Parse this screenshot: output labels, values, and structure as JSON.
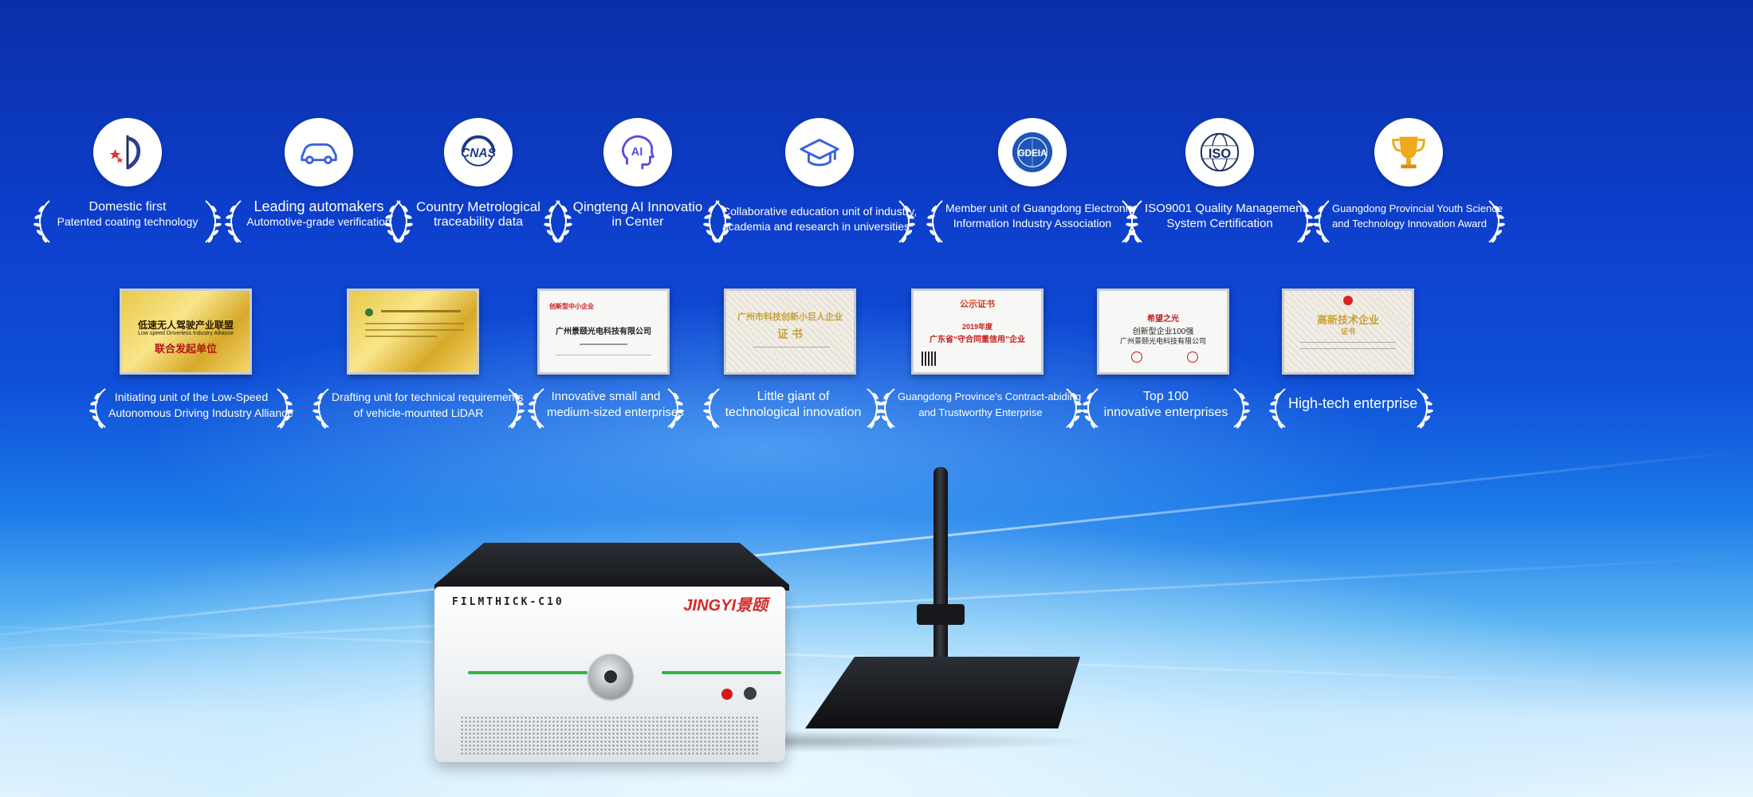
{
  "honors": [
    {
      "line1": "Domestic first",
      "line2": "Patented coating technology",
      "icon": "patent-shield-icon"
    },
    {
      "line1": "Leading automakers",
      "line2": "Automotive-grade verification",
      "icon": "car-icon"
    },
    {
      "line1": "Country Metrological",
      "line2": "traceability data",
      "icon": "cnas-logo-icon",
      "logo_text": "CNAS"
    },
    {
      "line1": "Qingteng AI Innovatio",
      "line2": "in Center",
      "icon": "ai-head-icon",
      "logo_text": "AI"
    },
    {
      "line1": "Collaborative education unit of industry,",
      "line2": "academia and research in universities",
      "icon": "graduation-cap-icon"
    },
    {
      "line1": "Member unit of Guangdong Electronic",
      "line2": "Information Industry Association",
      "icon": "gdeia-logo-icon",
      "logo_text": "GDEIA"
    },
    {
      "line1": "ISO9001 Quality Management",
      "line2": "System Certification",
      "icon": "iso-globe-icon",
      "logo_text": "ISO"
    },
    {
      "line1": "Guangdong Provincial Youth Science",
      "line2": "and Technology Innovation Award",
      "icon": "trophy-icon"
    }
  ],
  "certificates": [
    {
      "line1": "Initiating unit of the Low-Speed",
      "line2": "Autonomous Driving Industry Alliance",
      "style": "gold",
      "cert_title": "低速无人驾驶产业联盟",
      "cert_sub": "Low speed Driverless Industry Alliance",
      "cert_main": "联合发起单位"
    },
    {
      "line1": "Drafting unit for technical requirements",
      "line2": "of vehicle-mounted LiDAR",
      "style": "gold",
      "cert_title": "",
      "cert_sub": "",
      "cert_main": ""
    },
    {
      "line1": "Innovative small and",
      "line2": "medium-sized enterprises",
      "style": "paper",
      "cert_title": "创新型中小企业",
      "cert_sub": "",
      "cert_main": "广州景颐光电科技有限公司"
    },
    {
      "line1": "Little giant of",
      "line2": "technological innovation",
      "style": "pattern",
      "cert_title": "广州市科技创新小巨人企业",
      "cert_sub": "",
      "cert_main": "证 书"
    },
    {
      "line1": "Guangdong Province's Contract-abiding",
      "line2": "and Trustworthy Enterprise",
      "style": "paper",
      "cert_title": "公示证书",
      "cert_sub": "2019年度",
      "cert_main": "广东省“守合同重信用”企业"
    },
    {
      "line1": "Top 100",
      "line2": "innovative enterprises",
      "style": "paper",
      "cert_title": "希望之光",
      "cert_sub": "创新型企业100强",
      "cert_main": "广州景颐光电科技有限公司"
    },
    {
      "line1": "High-tech enterprise",
      "line2": "",
      "style": "pattern",
      "cert_title": "高新技术企业",
      "cert_sub": "",
      "cert_main": "证书"
    }
  ],
  "product": {
    "model": "FILMTHICK-C10",
    "brand": "JINGYI景颐"
  },
  "colors": {
    "wreath": "#ffffff",
    "accent_green": "#31b544",
    "brand_red": "#d62828",
    "icon_blue": "#3b5fe0",
    "trophy_gold": "#f0a81c"
  }
}
